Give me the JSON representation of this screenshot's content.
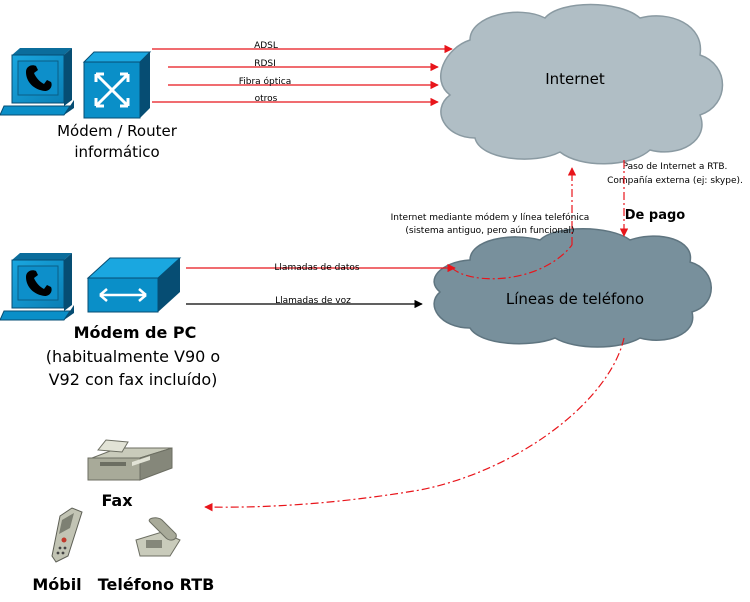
{
  "clouds": {
    "internet": {
      "label": "Internet",
      "color": "#b0bec5"
    },
    "phone_lines": {
      "label": "Líneas de teléfono",
      "color": "#78909c"
    }
  },
  "devices": {
    "router_group": {
      "label_line1": "Módem / Router",
      "label_line2": "informático"
    },
    "pc_modem_group": {
      "label_line1": "Módem de PC",
      "label_line2": "(habitualmente V90 o",
      "label_line3": "V92 con fax incluído)"
    },
    "fax": {
      "label": "Fax"
    },
    "mobile": {
      "label": "Móbil"
    },
    "rtb_phone": {
      "label": "Teléfono RTB"
    }
  },
  "connections": {
    "adsl": "ADSL",
    "rdsi": "RDSI",
    "fiber": "Fibra óptica",
    "others": "otros",
    "data_calls": "Llamadas de datos",
    "voice_calls": "Llamadas de voz"
  },
  "annotations": {
    "rtb_line1": "Paso de Internet a RTB.",
    "rtb_line2": "Compañía externa (ej: skype).",
    "paid": "De pago",
    "dialup_line1": "Internet mediante módem y línea telefónica",
    "dialup_line2": "(sistema antiguo, pero aún funcional)"
  },
  "colors": {
    "link_red": "#e8151b",
    "device_blue": "#0a8fc8",
    "device_dark": "#064d73",
    "text": "#000000"
  }
}
